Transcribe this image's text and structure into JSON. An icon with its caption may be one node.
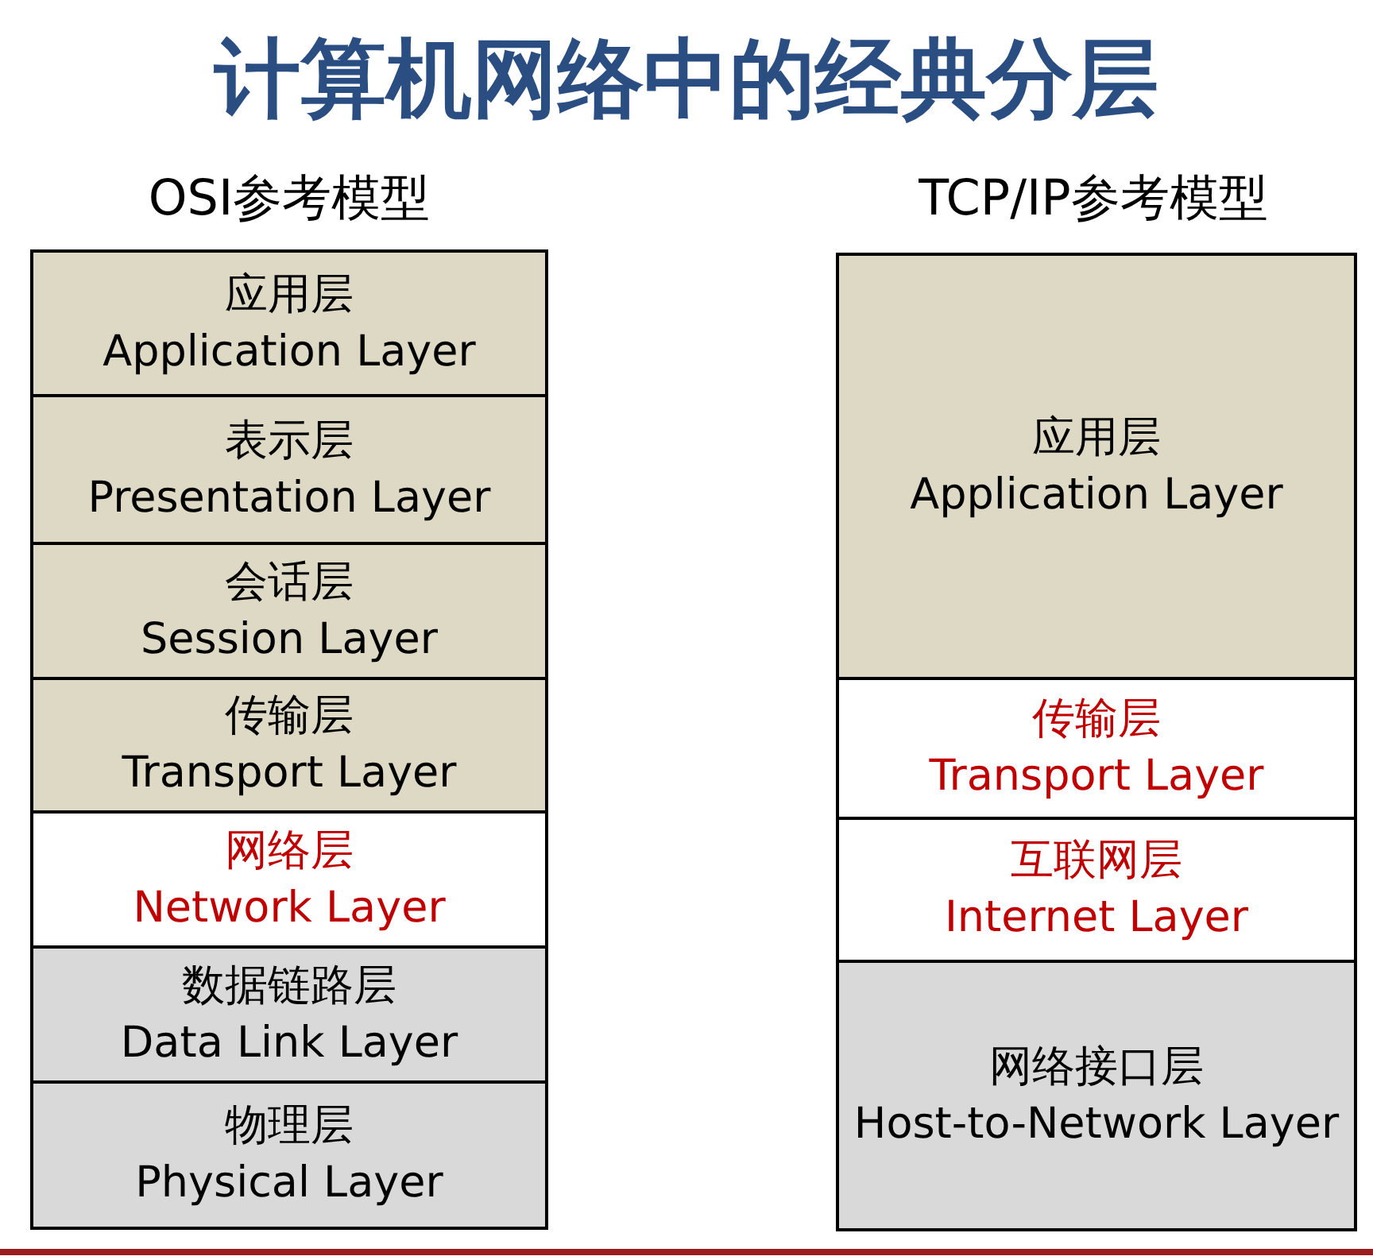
{
  "diagram": {
    "title": "计算机网络中的经典分层",
    "nodes": [
      {
        "text": [
          "应用层",
          "Application Layer"
        ]
      },
      {
        "text": [
          "表示层",
          "Presentation Layer"
        ]
      },
      {
        "text": [
          "会话层",
          "Session Layer"
        ]
      },
      {
        "text": [
          "传输层",
          "Transport Layer"
        ]
      },
      {
        "text": [
          "网络层",
          "Network Layer"
        ]
      },
      {
        "text": [
          "数据链路层",
          "Data Link Layer"
        ]
      },
      {
        "text": [
          "物理层",
          "Physical Layer"
        ]
      },
      {
        "text": [
          "应用层",
          "Application Layer"
        ]
      },
      {
        "text": [
          "传输层",
          "Transport Layer"
        ]
      },
      {
        "text": [
          "互联网层",
          "Internet Layer"
        ]
      },
      {
        "text": [
          "网络接口层",
          "Host-to-Network Layer"
        ]
      }
    ],
    "labels": [
      "OSI参考模型",
      "TCP/IP参考模型"
    ]
  }
}
